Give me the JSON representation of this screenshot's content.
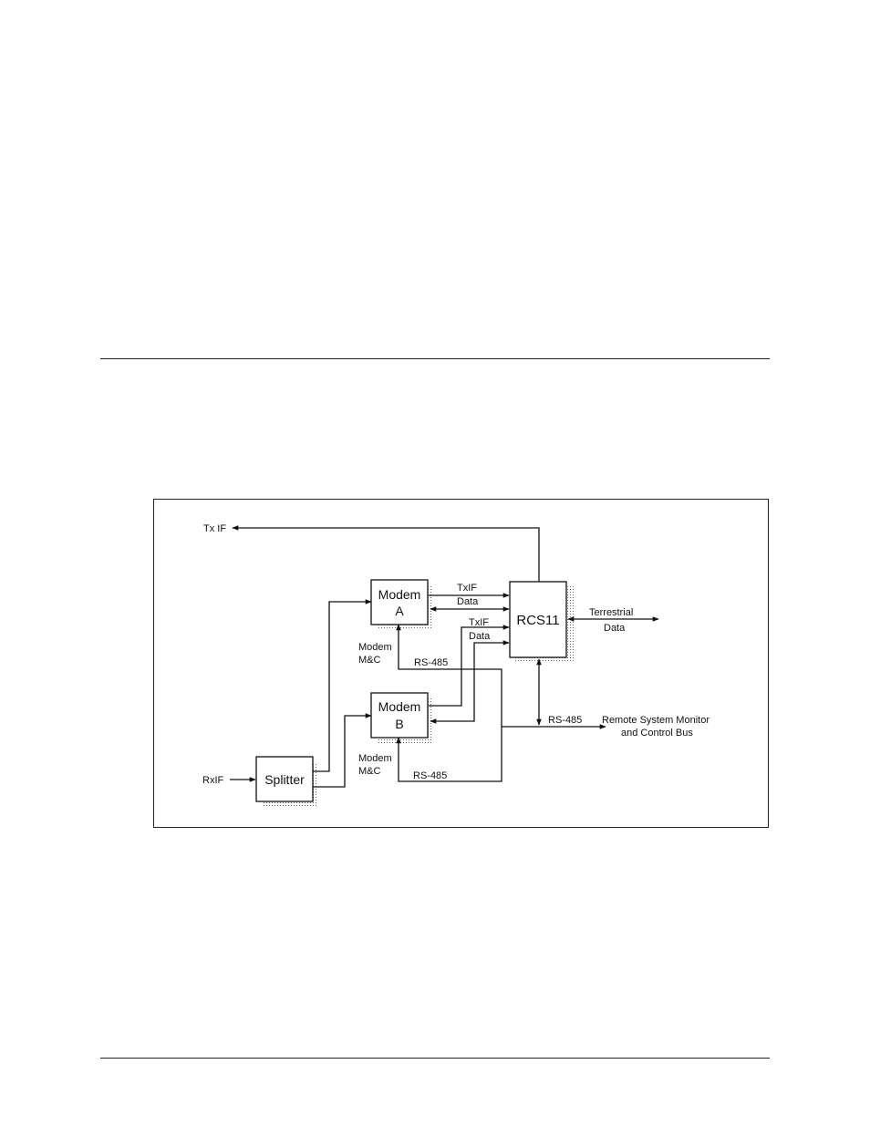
{
  "diagram": {
    "blocks": {
      "modem_a": [
        "Modem",
        "A"
      ],
      "modem_b": [
        "Modem",
        "B"
      ],
      "rcs11": "RCS11",
      "splitter": "Splitter"
    },
    "labels": {
      "tx_if": "Tx IF",
      "rx_if": "RxIF",
      "txif_a": "TxIF",
      "data_a": "Data",
      "txif_b": "TxIF",
      "data_b": "Data",
      "terrestrial": [
        "Terrestrial",
        "Data"
      ],
      "modem_mc_a": [
        "Modem",
        "M&C"
      ],
      "modem_mc_b": [
        "Modem",
        "M&C"
      ],
      "rs485_a": "RS-485",
      "rs485_b": "RS-485",
      "rs485_bus": "RS-485",
      "remote_bus": [
        "Remote System Monitor",
        "and Control Bus"
      ]
    }
  }
}
